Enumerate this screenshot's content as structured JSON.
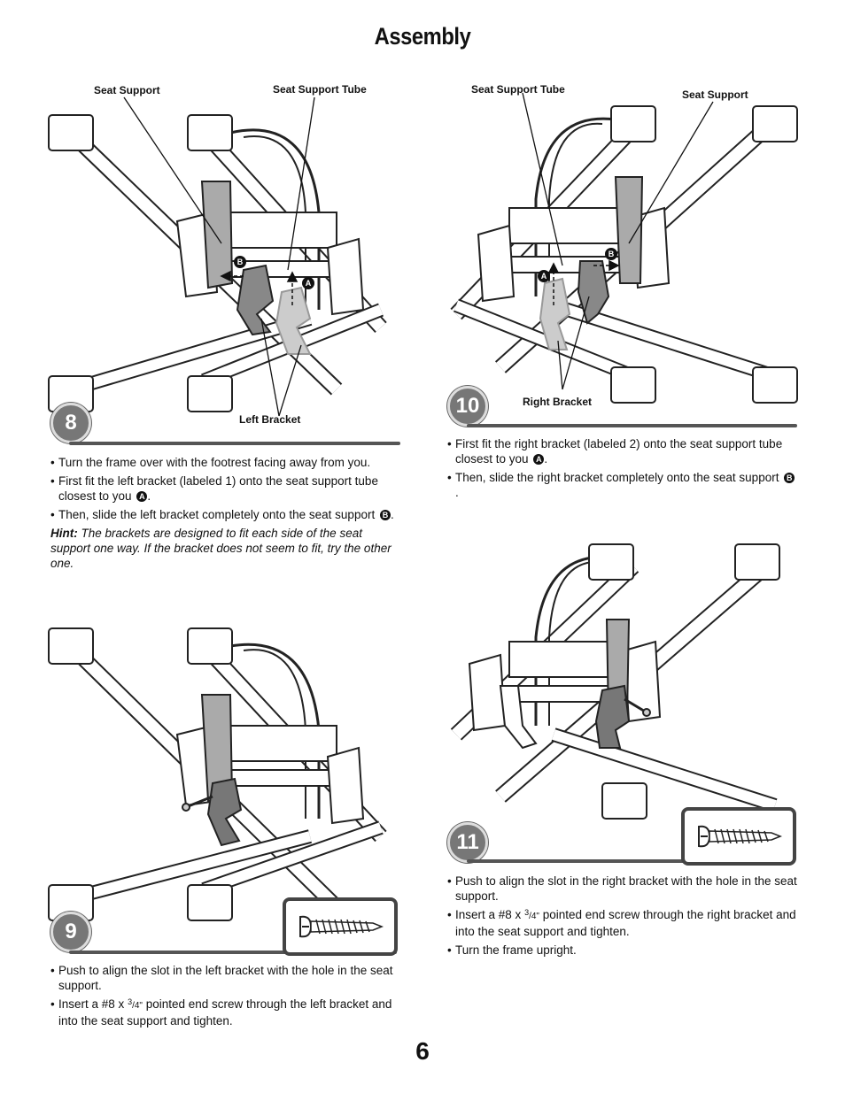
{
  "page": {
    "title": "Assembly",
    "number": "6"
  },
  "figures": {
    "step8": {
      "badge": "8",
      "labels": {
        "seat_support": "Seat Support",
        "seat_support_tube": "Seat Support Tube",
        "left_bracket": "Left Bracket",
        "marker_a": "A",
        "marker_b": "B"
      }
    },
    "step9": {
      "badge": "9"
    },
    "step10": {
      "badge": "10",
      "labels": {
        "seat_support_tube": "Seat Support Tube",
        "seat_support": "Seat Support",
        "right_bracket": "Right Bracket",
        "marker_a": "A",
        "marker_b": "B"
      }
    },
    "step11": {
      "badge": "11"
    }
  },
  "instructions": {
    "step8": {
      "b1": "Turn the frame over with the footrest facing away from you.",
      "b2": "First fit the left bracket (labeled 1) onto the seat support tube closest to you",
      "b2_ref": "A",
      "b3": "Then, slide the left bracket completely onto the seat support",
      "b3_ref": "B",
      "hint_label": "Hint:",
      "hint_text": "The brackets are designed to fit each side of the seat support one way. If the bracket does not seem to fit, try the other one."
    },
    "step9": {
      "b1": "Push to align the slot in the left bracket with the hole in the seat support.",
      "b2_pre": "Insert a #8 x",
      "b2_num": "3",
      "b2_den": "/4\"",
      "b2_post": " pointed end screw through the left bracket and into the seat support and tighten."
    },
    "step10": {
      "b1": "First fit the right bracket (labeled 2) onto the seat support tube closest to you",
      "b1_ref": "A",
      "b2": "Then, slide the right bracket completely onto the seat support",
      "b2_ref": "B"
    },
    "step11": {
      "b1": "Push to align the slot in the right bracket with the hole in the seat support.",
      "b2_pre": "Insert a #8 x",
      "b2_num": "3",
      "b2_den": "/4\"",
      "b2_post": " pointed end screw through the right bracket and into the seat support and tighten.",
      "b3": "Turn the frame upright."
    }
  }
}
